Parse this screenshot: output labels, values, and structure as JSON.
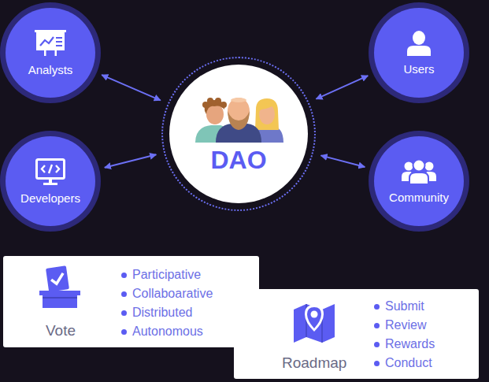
{
  "diagram": {
    "nodes": [
      {
        "text": [
          "Analysts"
        ]
      },
      {
        "text": [
          "Users"
        ]
      },
      {
        "text": [
          "DAO"
        ]
      },
      {
        "text": [
          "Developers"
        ]
      },
      {
        "text": [
          "Community"
        ]
      },
      {
        "text": [
          "Vote",
          "Participative",
          "Collaboarative",
          "Distributed",
          "Autonomous"
        ]
      },
      {
        "text": [
          "Roadmap",
          "Submit",
          "Review",
          "Rewards",
          "Conduct"
        ]
      }
    ],
    "edges": [
      {
        "from": 0,
        "to": 2,
        "arrow": "both"
      },
      {
        "from": 1,
        "to": 2,
        "arrow": "both"
      },
      {
        "from": 3,
        "to": 2,
        "arrow": "both"
      },
      {
        "from": 4,
        "to": 2,
        "arrow": "both"
      }
    ]
  }
}
